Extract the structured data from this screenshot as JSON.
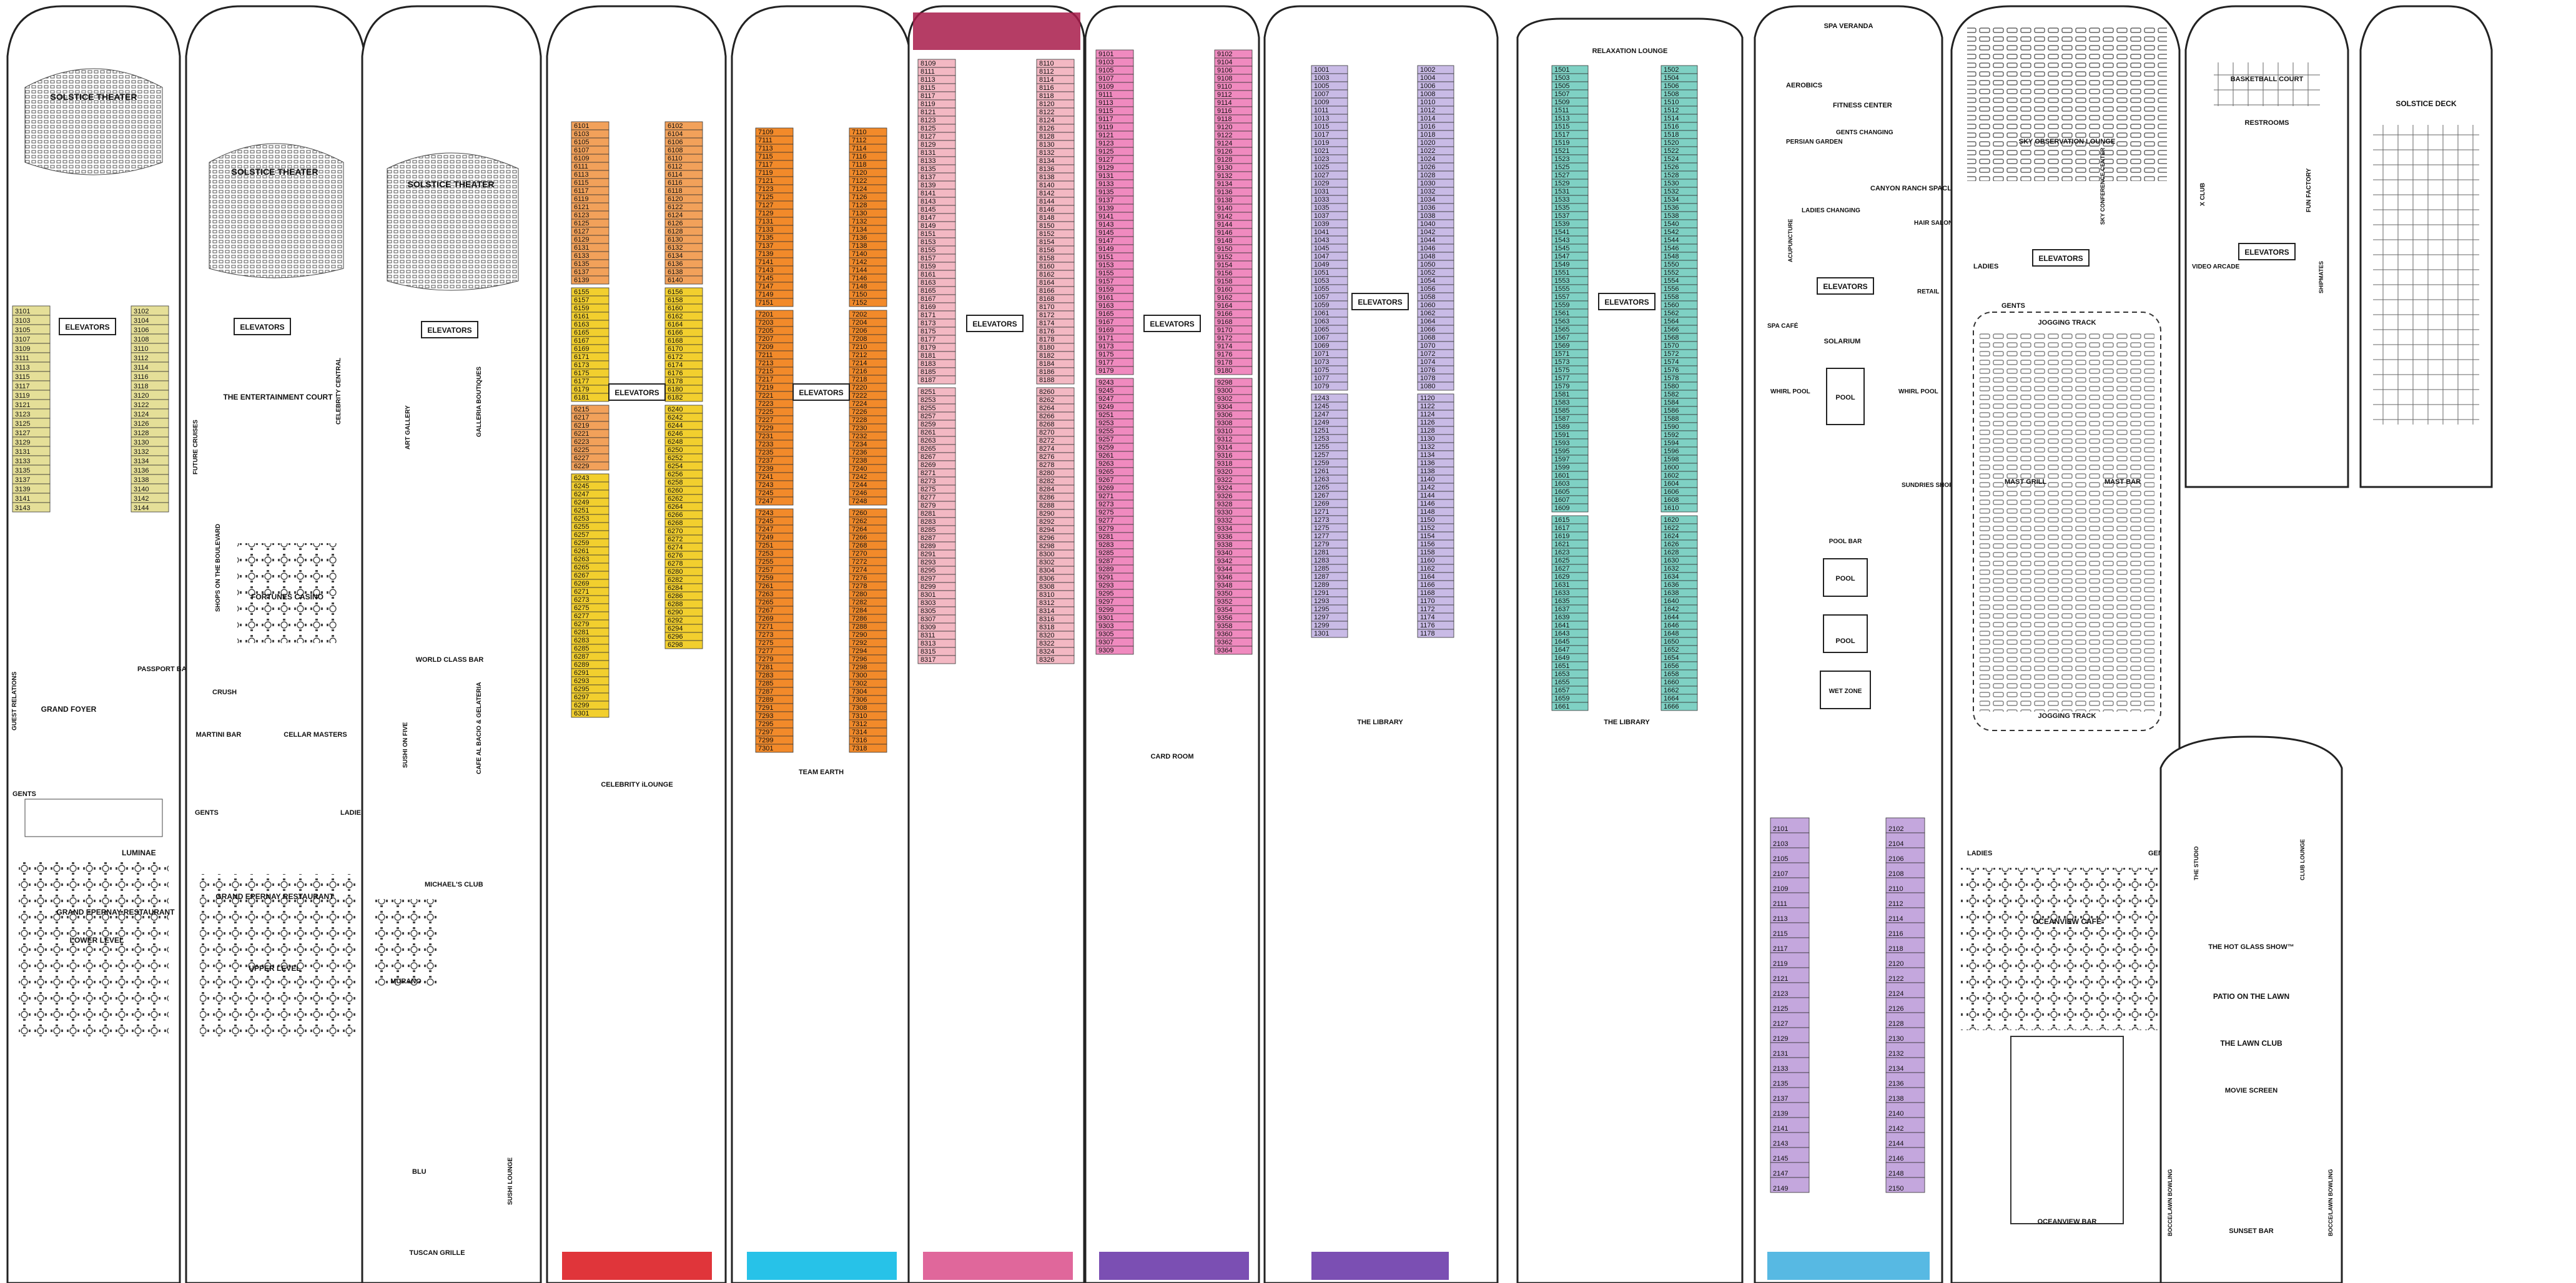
{
  "colors": {
    "deck3": "#e5df98",
    "deck3_alt": "#b8d9b6",
    "deck6_yellow": "#f2cf2e",
    "deck6_orange": "#f2a15a",
    "deck7_orange": "#f28a2a",
    "deck7_tan": "#e3c98a",
    "deck8_pink": "#f3b8c3",
    "deck8_magenta": "#e0679b",
    "deck8_maroon": "#a81b4a",
    "deck9_pink": "#f08abf",
    "deck9_green": "#35b34a",
    "deck9_olive": "#c6c94a",
    "deck10_lavender": "#c9bbe6",
    "deck10_blue": "#7aa3dc",
    "deck10_green": "#2db34a",
    "deck10_purple": "#8d60c0",
    "deck11_teal": "#7fd1c4",
    "deck11_darkteal": "#179b86",
    "deck11_blue": "#2475c8",
    "deck12_sky": "#57b9e3",
    "deck12_lilac": "#c4a7dd",
    "aft_red": "#e0353a",
    "aft_cyan": "#27c2e8",
    "aft_purple": "#7b4fb3"
  },
  "labels": {
    "solstice_theater": "SOLSTICE THEATER",
    "elevators": "ELEVATORS",
    "guest_relations": "GUEST RELATIONS",
    "passport_bar": "PASSPORT BAR",
    "grand_foyer": "GRAND FOYER",
    "luminae": "LUMINAE",
    "grand_epernay_lower": "GRAND EPERNAY RESTAURANT",
    "lower_level": "LOWER LEVEL",
    "gents": "GENTS",
    "ladies": "LADIES",
    "entertainment_court": "THE ENTERTAINMENT COURT",
    "shops_boulevard": "SHOPS ON THE BOULEVARD",
    "future_cruises": "FUTURE CRUISES",
    "celebrity_central": "CELEBRITY CENTRAL",
    "fortunes_casino": "FORTUNES CASINO",
    "martini_bar": "MARTINI BAR",
    "crush": "CRUSH",
    "cellar_masters": "CELLAR MASTERS",
    "grand_epernay_upper": "GRAND EPERNAY RESTAURANT",
    "upper_level": "UPPER LEVEL",
    "art_gallery": "ART GALLERY",
    "galleria_boutiques": "GALLERIA BOUTIQUES",
    "world_class_bar": "WORLD CLASS BAR",
    "sushi_on_five": "SUSHI ON FIVE",
    "cafe_al_bacio": "CAFE AL BACIO & GELATERIA",
    "michaels_club": "MICHAEL'S CLUB",
    "murano": "MURANO",
    "blu": "BLU",
    "tuscan_grille": "TUSCAN GRILLE",
    "sushi_lounge": "SUSHI LOUNGE",
    "celebrity_ilounge": "CELEBRITY iLOUNGE",
    "team_earth": "TEAM EARTH",
    "card_room": "CARD ROOM",
    "the_library": "THE LIBRARY",
    "relaxation_lounge": "RELAXATION LOUNGE",
    "spa_veranda": "SPA VERANDA",
    "aerobics": "AEROBICS",
    "fitness_center": "FITNESS CENTER",
    "persian_garden": "PERSIAN GARDEN",
    "gents_changing": "GENTS CHANGING",
    "ladies_changing": "LADIES CHANGING",
    "canyon_ranch": "CANYON RANCH SPACLUB®",
    "hair_salon": "HAIR SALON",
    "retail": "RETAIL",
    "acupuncture": "ACUPUNCTURE",
    "spa_cafe": "SPA CAFÉ",
    "solarium": "SOLARIUM",
    "whirl_pool": "WHIRL POOL",
    "pool": "POOL",
    "pool_bar": "POOL BAR",
    "sundries_shop": "SUNDRIES SHOP",
    "wet_zone": "WET ZONE",
    "sky_observation": "SKY OBSERVATION LOUNGE",
    "sky_conference": "SKY CONFERENCE CENTER",
    "jogging_track": "JOGGING TRACK",
    "mast_grill": "MAST GRILL",
    "mast_bar": "MAST BAR",
    "oceanview_cafe": "OCEANVIEW CAFÉ",
    "oceanview_bar": "OCEANVIEW BAR",
    "basketball_court": "BASKETBALL COURT",
    "restrooms": "RESTROOMS",
    "x_club": "X CLUB",
    "fun_factory": "FUN FACTORY",
    "video_arcade": "VIDEO ARCADE",
    "shipmates": "SHIPMATES",
    "solstice_deck": "SOLSTICE DECK",
    "hot_glass_show": "THE HOT GLASS SHOW™",
    "patio_on_the_lawn": "PATIO ON THE LAWN",
    "the_lawn_club": "THE LAWN CLUB",
    "movie_screen": "MOVIE SCREEN",
    "bocce_left": "BOCCE/LAWN BOWLING",
    "bocce_right": "BOCCE/LAWN BOWLING",
    "sunset_bar": "SUNSET BAR",
    "the_studio": "THE STUDIO",
    "club_lounge": "CLUB LOUNGE"
  },
  "decks": [
    {
      "id": "deck3",
      "cabins": [
        {
          "col": "L",
          "from": 3101,
          "count": 22,
          "step": 2
        },
        {
          "col": "R",
          "from": 3102,
          "count": 22,
          "step": 2
        }
      ]
    },
    {
      "id": "deck6",
      "cabins": [
        {
          "col": "L",
          "from": 6101,
          "count": 20,
          "step": 2
        },
        {
          "col": "R",
          "from": 6102,
          "count": 20,
          "step": 2
        },
        {
          "col": "L",
          "from": 6155,
          "count": 14,
          "step": 2
        },
        {
          "col": "R",
          "from": 6156,
          "count": 14,
          "step": 2
        },
        {
          "col": "L",
          "from": 6215,
          "count": 8,
          "step": 2
        },
        {
          "col": "R",
          "from": 6240,
          "count": 30,
          "step": 2
        },
        {
          "col": "L",
          "from": 6243,
          "count": 30,
          "step": 2
        }
      ]
    },
    {
      "id": "deck7",
      "cabins": [
        {
          "col": "L",
          "from": 7109,
          "count": 22,
          "step": 2
        },
        {
          "col": "R",
          "from": 7110,
          "count": 22,
          "step": 2
        },
        {
          "col": "L",
          "from": 7201,
          "count": 24,
          "step": 2
        },
        {
          "col": "R",
          "from": 7202,
          "count": 24,
          "step": 2
        },
        {
          "col": "L",
          "from": 7243,
          "count": 30,
          "step": 2
        },
        {
          "col": "R",
          "from": 7260,
          "count": 30,
          "step": 2
        }
      ]
    },
    {
      "id": "deck8",
      "cabins": [
        {
          "col": "L",
          "from": 8109,
          "count": 40,
          "step": 2
        },
        {
          "col": "R",
          "from": 8110,
          "count": 40,
          "step": 2
        },
        {
          "col": "L",
          "from": 8251,
          "count": 34,
          "step": 2
        },
        {
          "col": "R",
          "from": 8260,
          "count": 34,
          "step": 2
        }
      ]
    },
    {
      "id": "deck9",
      "cabins": [
        {
          "col": "L",
          "from": 9101,
          "count": 40,
          "step": 2
        },
        {
          "col": "R",
          "from": 9102,
          "count": 40,
          "step": 2
        },
        {
          "col": "L",
          "from": 9243,
          "count": 34,
          "step": 2
        },
        {
          "col": "R",
          "from": 9298,
          "count": 34,
          "step": 2
        }
      ]
    },
    {
      "id": "deck10",
      "cabins": [
        {
          "col": "L",
          "from": 1001,
          "count": 40,
          "step": 2
        },
        {
          "col": "R",
          "from": 1002,
          "count": 40,
          "step": 2
        },
        {
          "col": "L",
          "from": 1243,
          "count": 30,
          "step": 2
        },
        {
          "col": "R",
          "from": 1120,
          "count": 30,
          "step": 2
        }
      ]
    },
    {
      "id": "deck11",
      "cabins": [
        {
          "col": "L",
          "from": 1501,
          "count": 55,
          "step": 2
        },
        {
          "col": "R",
          "from": 1502,
          "count": 55,
          "step": 2
        },
        {
          "col": "L",
          "from": 1615,
          "count": 24,
          "step": 2
        },
        {
          "col": "R",
          "from": 1620,
          "count": 24,
          "step": 2
        }
      ]
    },
    {
      "id": "deck12",
      "cabins": [
        {
          "col": "L",
          "from": 2101,
          "count": 25,
          "step": 2
        },
        {
          "col": "R",
          "from": 2102,
          "count": 25,
          "step": 2
        }
      ]
    }
  ]
}
